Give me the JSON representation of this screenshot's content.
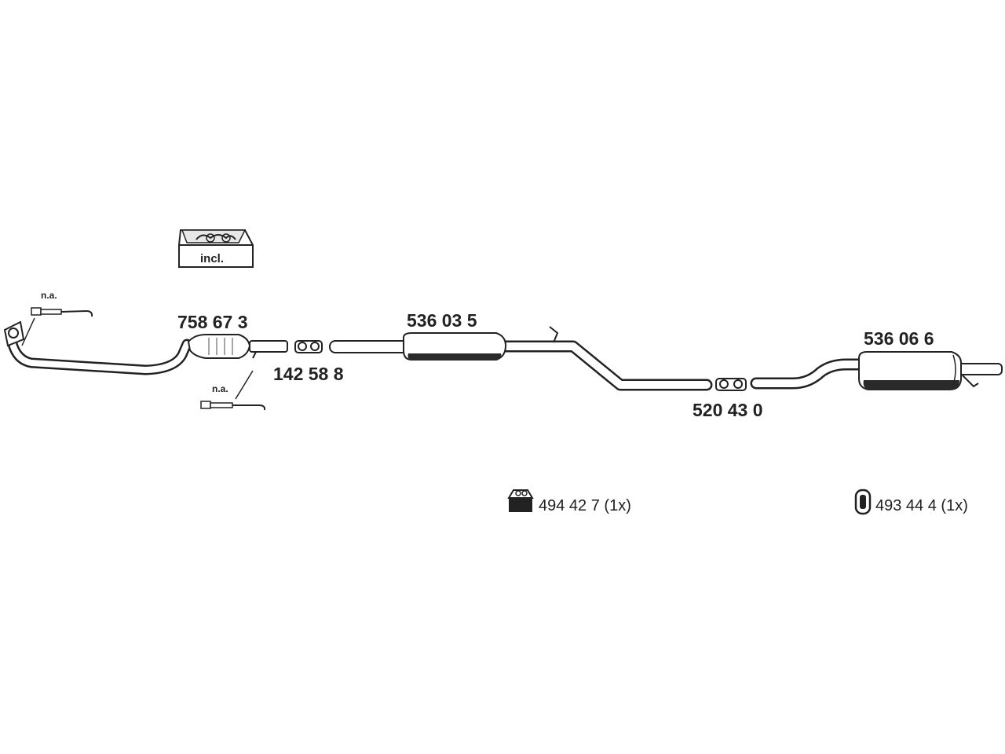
{
  "parts": {
    "front_pipe_cat": "758 67 3",
    "clamp_1": "142 58 8",
    "middle_silencer": "536 03 5",
    "clamp_2": "520 43 0",
    "rear_silencer": "536 06 6"
  },
  "sensors": {
    "sensor_1_note": "n.a.",
    "sensor_2_note": "n.a."
  },
  "kit": {
    "label": "incl."
  },
  "accessories": {
    "mounting_kit": "494 42 7 (1x)",
    "rubber_mount": "493 44 4 (1x)"
  },
  "colors": {
    "line": "#222222",
    "pipe_fill": "#ffffff",
    "shadow": "#2a2a2a"
  }
}
